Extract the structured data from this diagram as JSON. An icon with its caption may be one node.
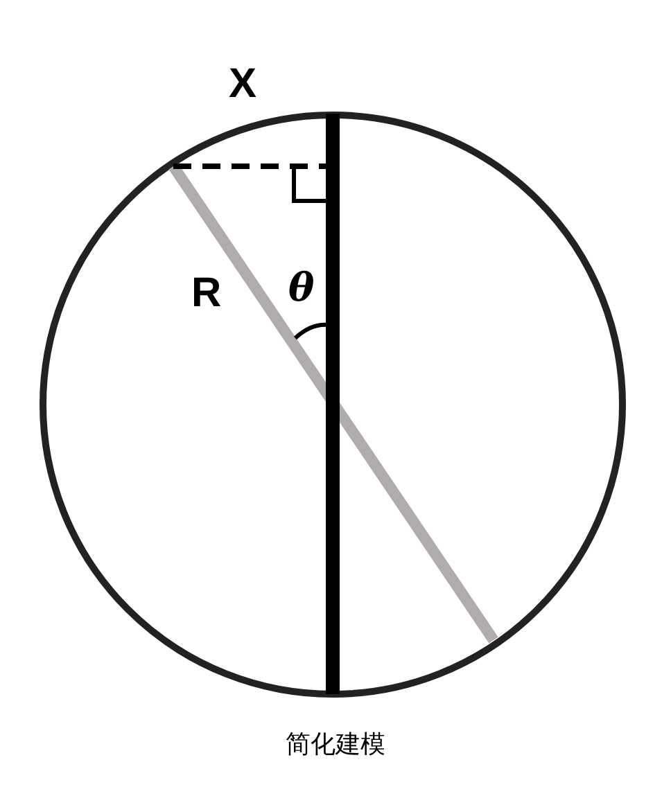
{
  "diagram": {
    "caption": "简化建模",
    "labels": [
      "X",
      "R",
      "θ"
    ]
  }
}
